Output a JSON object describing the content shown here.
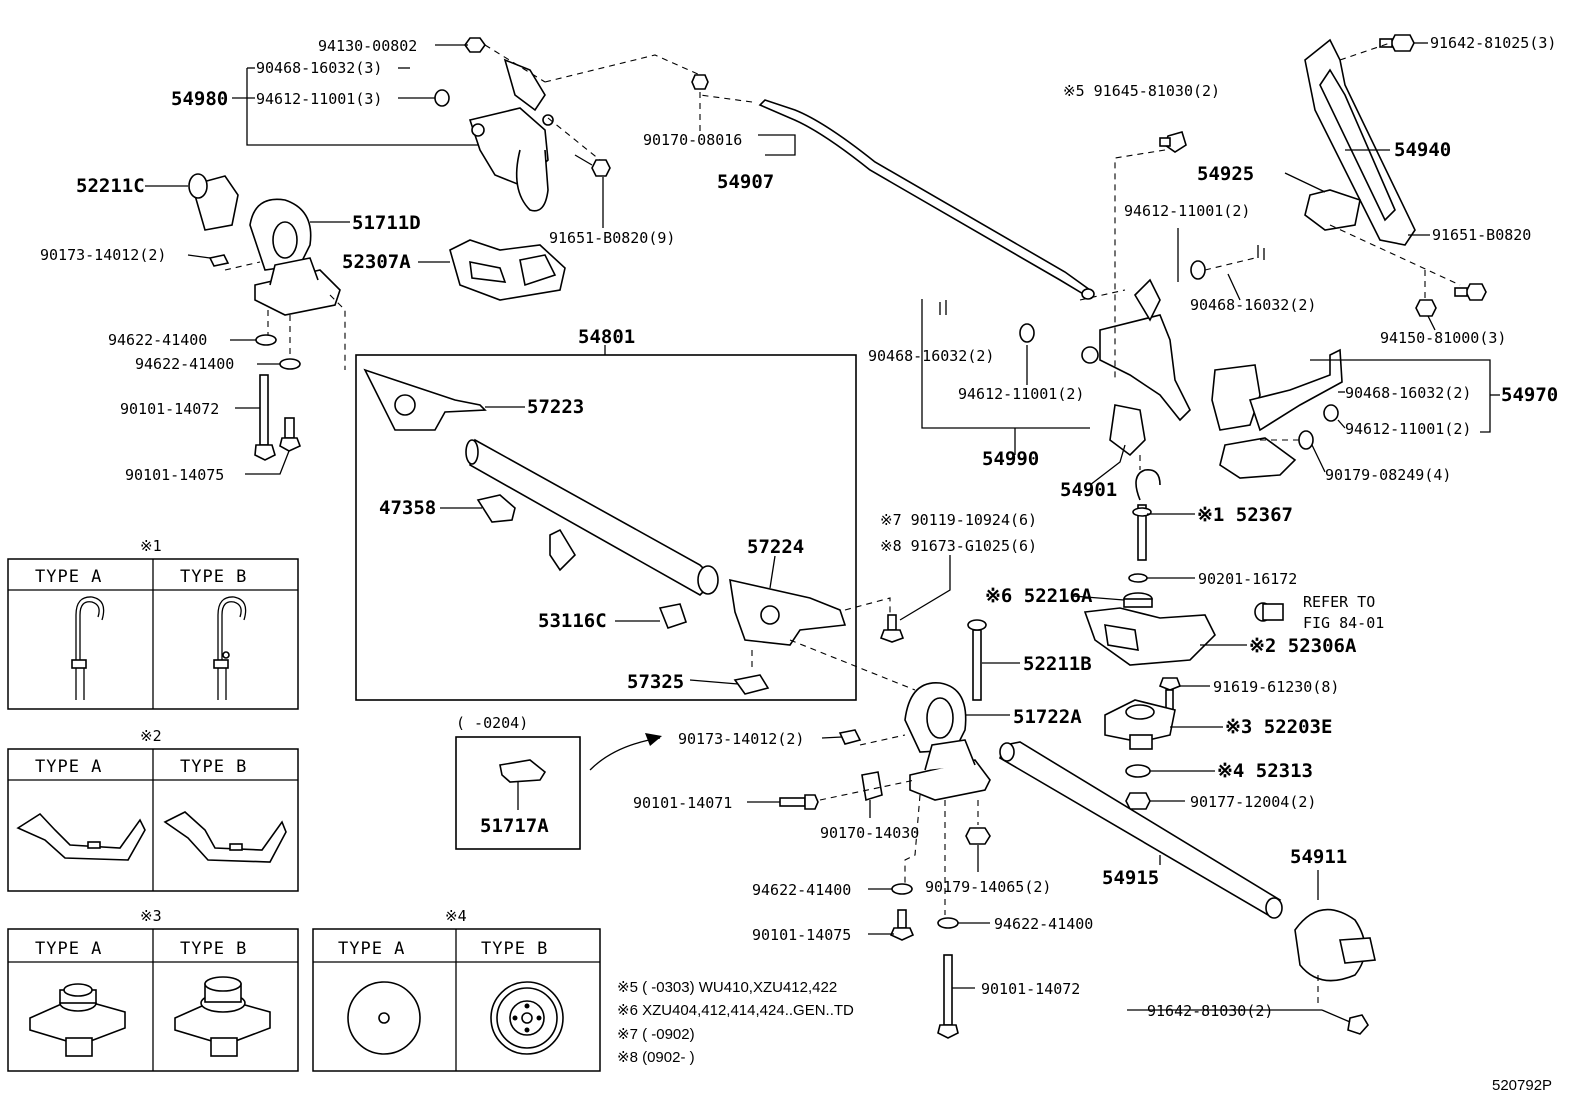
{
  "diagram_id": "520792P",
  "callouts": {
    "c94130_00802": "94130-00802",
    "c90468_16032_3": "90468-16032(3)",
    "c54980": "54980",
    "c94612_11001_3": "94612-11001(3)",
    "c52211C": "52211C",
    "c51711D": "51711D",
    "c90173_14012_2a": "90173-14012(2)",
    "c52307A": "52307A",
    "c91651_B0820_9": "91651-B0820(9)",
    "c90170_08016": "90170-08016",
    "c54907": "54907",
    "c94622_41400_a": "94622-41400",
    "c94622_41400_b": "94622-41400",
    "c90101_14072_a": "90101-14072",
    "c90101_14075_a": "90101-14075",
    "c54801": "54801",
    "c57223": "57223",
    "c47358": "47358",
    "c57224": "57224",
    "c53116C": "53116C",
    "c57325": "57325",
    "c91645_81030": "※5 91645-81030(2)",
    "c91642_81025": "91642-81025(3)",
    "c54940": "54940",
    "c54925": "54925",
    "c94612_11001_2a": "94612-11001(2)",
    "c91651_B0820": "91651-B0820",
    "c90468_16032_2a": "90468-16032(2)",
    "c94150_81000": "94150-81000(3)",
    "c90468_16032_2b": "90468-16032(2)",
    "c94612_11001_2b": "94612-11001(2)",
    "c54990": "54990",
    "c90468_16032_2c": "90468-16032(2)",
    "c54970": "54970",
    "c94612_11001_2c": "94612-11001(2)",
    "c54901": "54901",
    "c90179_08249": "90179-08249(4)",
    "c52367": "※1 52367",
    "c90119_10924": "※7 90119-10924(6)",
    "c91673_G1025": "※8 91673-G1025(6)",
    "c90201_16172": "90201-16172",
    "c52216A": "※6 52216A",
    "c_refer1": "REFER TO",
    "c_refer2": "FIG 84-01",
    "c52306A": "※2 52306A",
    "c52211B": "52211B",
    "c91619_61230": "91619-61230(8)",
    "c51722A": "51722A",
    "c52203E": "※3 52203E",
    "c_range0204": "(      -0204)",
    "c90173_14012_2b": "90173-14012(2)",
    "c52313": "※4 52313",
    "c90177_12004": "90177-12004(2)",
    "c51717A": "51717A",
    "c90101_14071": "90101-14071",
    "c90170_14030": "90170-14030",
    "c54911": "54911",
    "c54915": "54915",
    "c90179_14065": "90179-14065(2)",
    "c94622_41400_c": "94622-41400",
    "c94622_41400_d": "94622-41400",
    "c90101_14075_b": "90101-14075",
    "c90101_14072_b": "90101-14072",
    "c91642_81030": "91642-81030(2)"
  },
  "type_tables": [
    {
      "mark": "※1",
      "type_a": "TYPE  A",
      "type_b": "TYPE  B"
    },
    {
      "mark": "※2",
      "type_a": "TYPE  A",
      "type_b": "TYPE  B"
    },
    {
      "mark": "※3",
      "type_a": "TYPE  A",
      "type_b": "TYPE  B"
    },
    {
      "mark": "※4",
      "type_a": "TYPE  A",
      "type_b": "TYPE  B"
    }
  ],
  "notes": [
    "※5 (       -0303) WU410,XZU412,422",
    "※6 XZU404,412,414,424..GEN..TD",
    "※7 (       -0902)",
    "※8 (0902-       )"
  ]
}
